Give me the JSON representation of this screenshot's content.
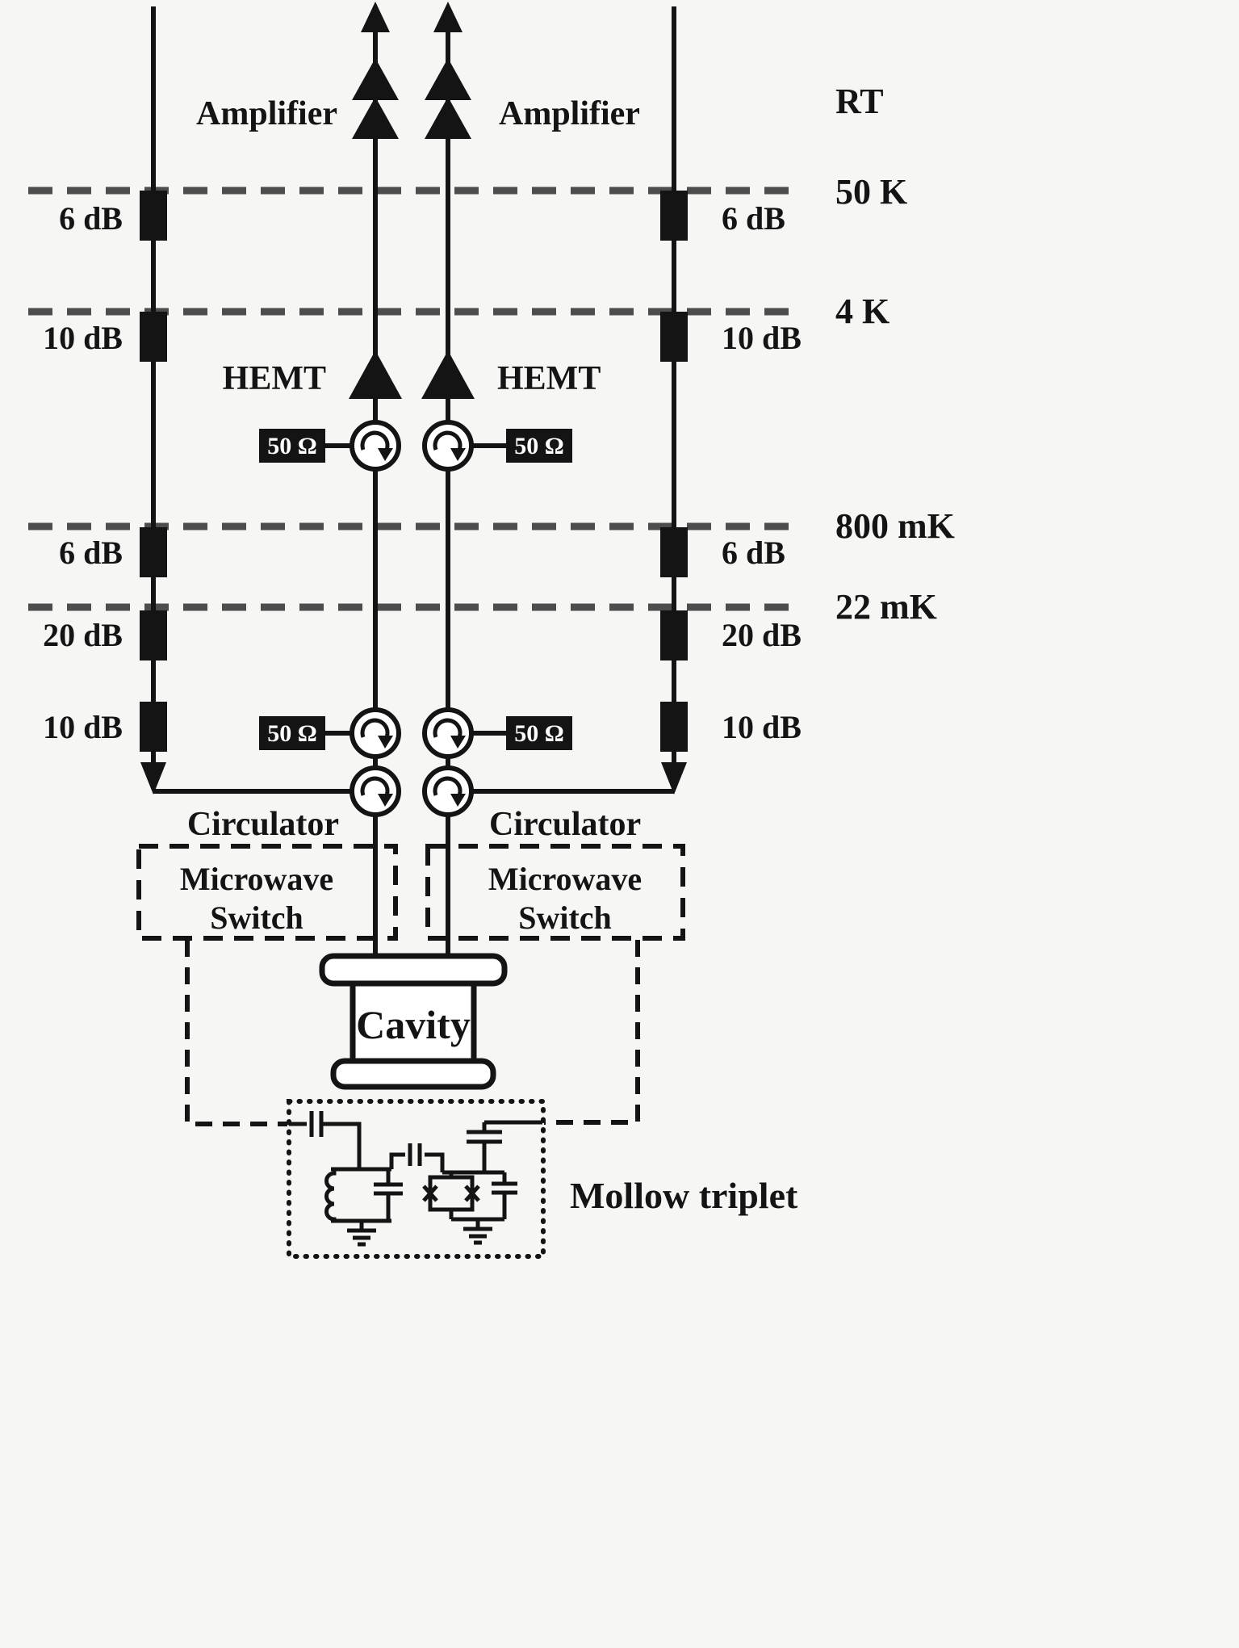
{
  "temperature_stages": {
    "rt": "RT",
    "stage1": "50 K",
    "stage2": "4 K",
    "stage3": "800 mK",
    "stage4": "22 mK"
  },
  "attenuators": {
    "left": [
      "6 dB",
      "10 dB",
      "6 dB",
      "20 dB",
      "10 dB"
    ],
    "right": [
      "6 dB",
      "10 dB",
      "6 dB",
      "20 dB",
      "10 dB"
    ]
  },
  "amplifiers": {
    "rt_left": "Amplifier",
    "rt_right": "Amplifier",
    "hemt_left": "HEMT",
    "hemt_right": "HEMT"
  },
  "terminations": [
    "50 Ω",
    "50 Ω",
    "50 Ω",
    "50 Ω"
  ],
  "circulators": {
    "left_label": "Circulator",
    "right_label": "Circulator"
  },
  "switches": {
    "left": {
      "line1": "Microwave",
      "line2": "Switch"
    },
    "right": {
      "line1": "Microwave",
      "line2": "Switch"
    }
  },
  "cavity": {
    "label": "Cavity"
  },
  "mollow": {
    "label": "Mollow triplet"
  },
  "colors": {
    "ink": "#141414",
    "dashed_stage_line": "#4d4d4d",
    "background": "#f6f6f4",
    "termination_text": "#ffffff"
  }
}
